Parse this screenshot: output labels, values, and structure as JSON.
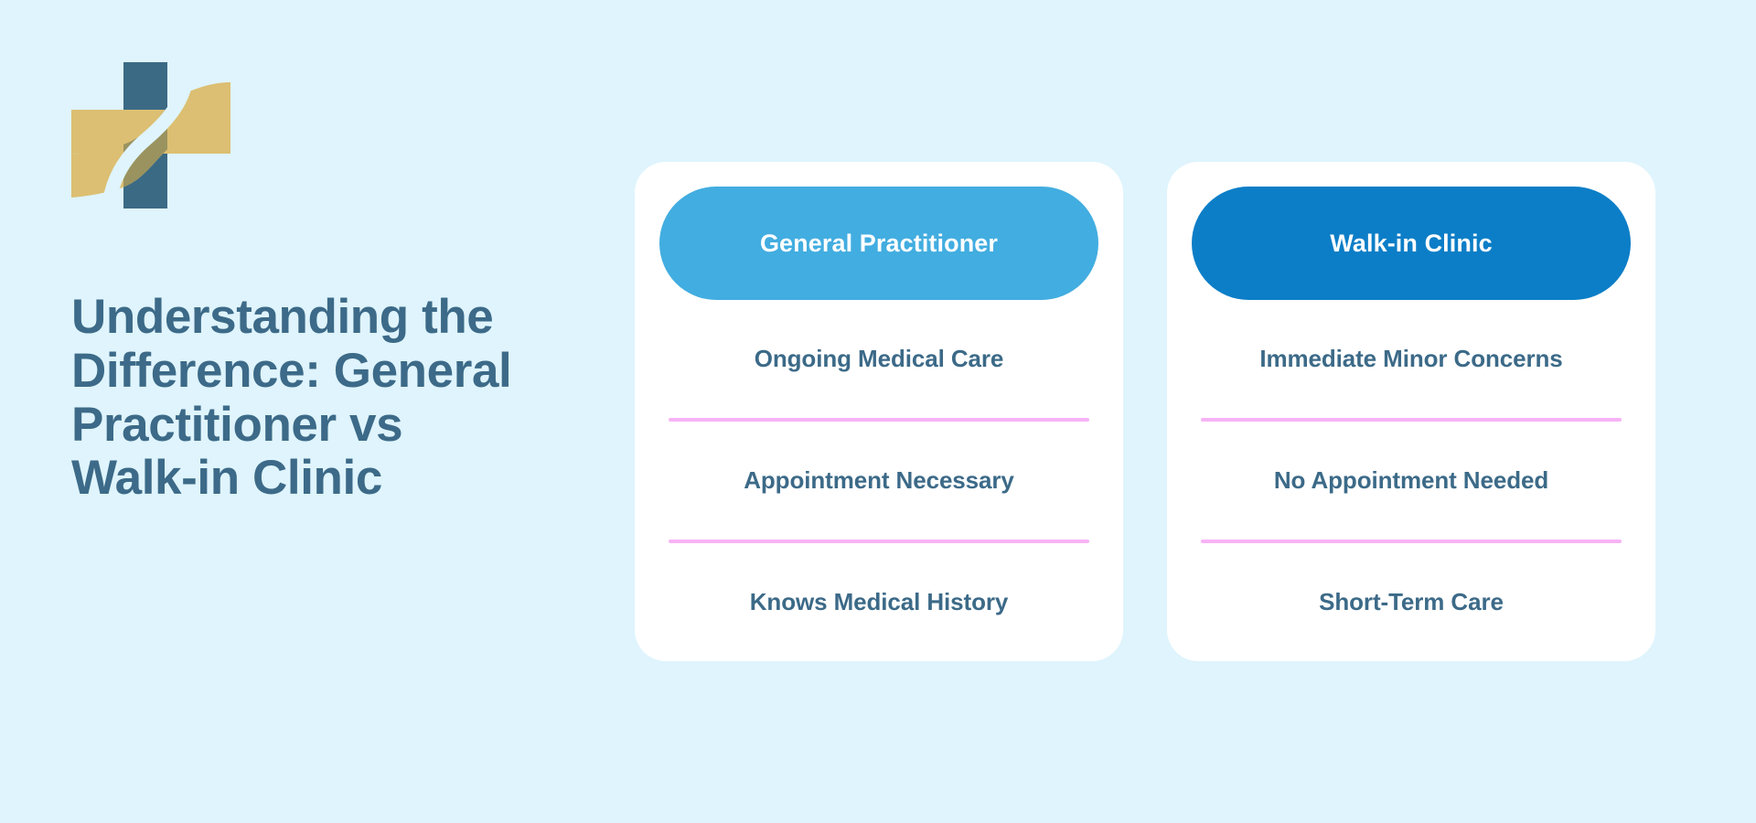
{
  "page": {
    "background_color": "#dff4fd"
  },
  "brand": {
    "logo": {
      "icon_name": "medical-cross-swoosh-logo",
      "cross_color": "#3b6a85",
      "swoosh_color": "#dcbf72",
      "overlap_color": "#9a9360"
    }
  },
  "headline": {
    "text": "Understanding the Difference: General Practitioner vs Walk-in Clinic",
    "color": "#3c6a88"
  },
  "comparison": {
    "divider_color": "#f7b3f5",
    "card_background": "#ffffff",
    "label_color": "#3c6a88",
    "cards": [
      {
        "id": "general-practitioner",
        "title": "General Practitioner",
        "header_color": "#42ade0",
        "title_color": "#ffffff",
        "features": [
          "Ongoing Medical Care",
          "Appointment Necessary",
          "Knows Medical History"
        ]
      },
      {
        "id": "walk-in-clinic",
        "title": "Walk-in Clinic",
        "header_color": "#0c7ec7",
        "title_color": "#ffffff",
        "features": [
          "Immediate Minor Concerns",
          "No Appointment Needed",
          "Short-Term Care"
        ]
      }
    ]
  }
}
